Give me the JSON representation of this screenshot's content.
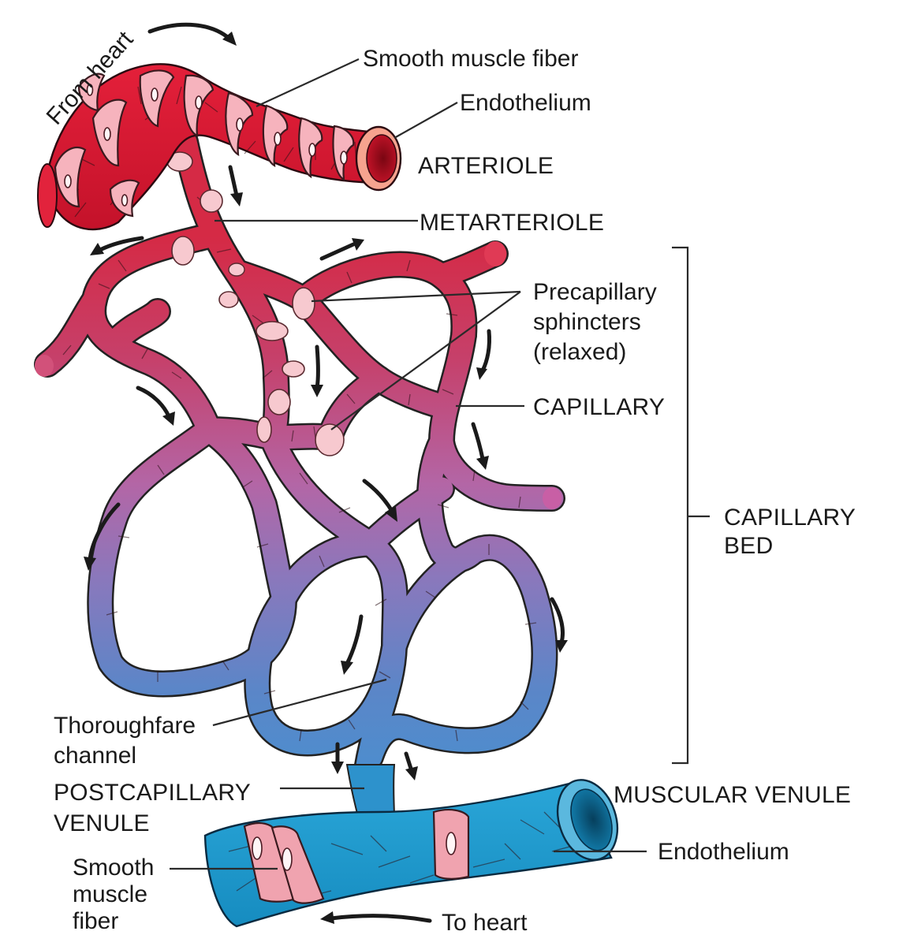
{
  "labels": {
    "from_heart": "From heart",
    "smooth_muscle_top": "Smooth muscle fiber",
    "endothelium_top": "Endothelium",
    "arteriole": "ARTERIOLE",
    "metarteriole": "METARTERIOLE",
    "precapillary_1": "Precapillary",
    "precapillary_2": "sphincters",
    "precapillary_3": "(relaxed)",
    "capillary": "CAPILLARY",
    "capillary_bed_1": "CAPILLARY",
    "capillary_bed_2": "BED",
    "thoroughfare_1": "Thoroughfare",
    "thoroughfare_2": "channel",
    "postcapillary_1": "POSTCAPILLARY",
    "postcapillary_2": "VENULE",
    "muscular_venule": "MUSCULAR VENULE",
    "endothelium_bottom": "Endothelium",
    "smooth_muscle_bottom_1": "Smooth",
    "smooth_muscle_bottom_2": "muscle",
    "smooth_muscle_bottom_3": "fiber",
    "to_heart": "To heart"
  },
  "colors": {
    "arterial_red": "#d7152d",
    "arterial_dark": "#a8121f",
    "muscle_pink": "#f4a9b4",
    "capillary_purple": "#9a70b8",
    "venous_blue": "#5a86c8",
    "venule_cyan": "#1f9bd0",
    "venule_dark": "#0c6a94"
  }
}
